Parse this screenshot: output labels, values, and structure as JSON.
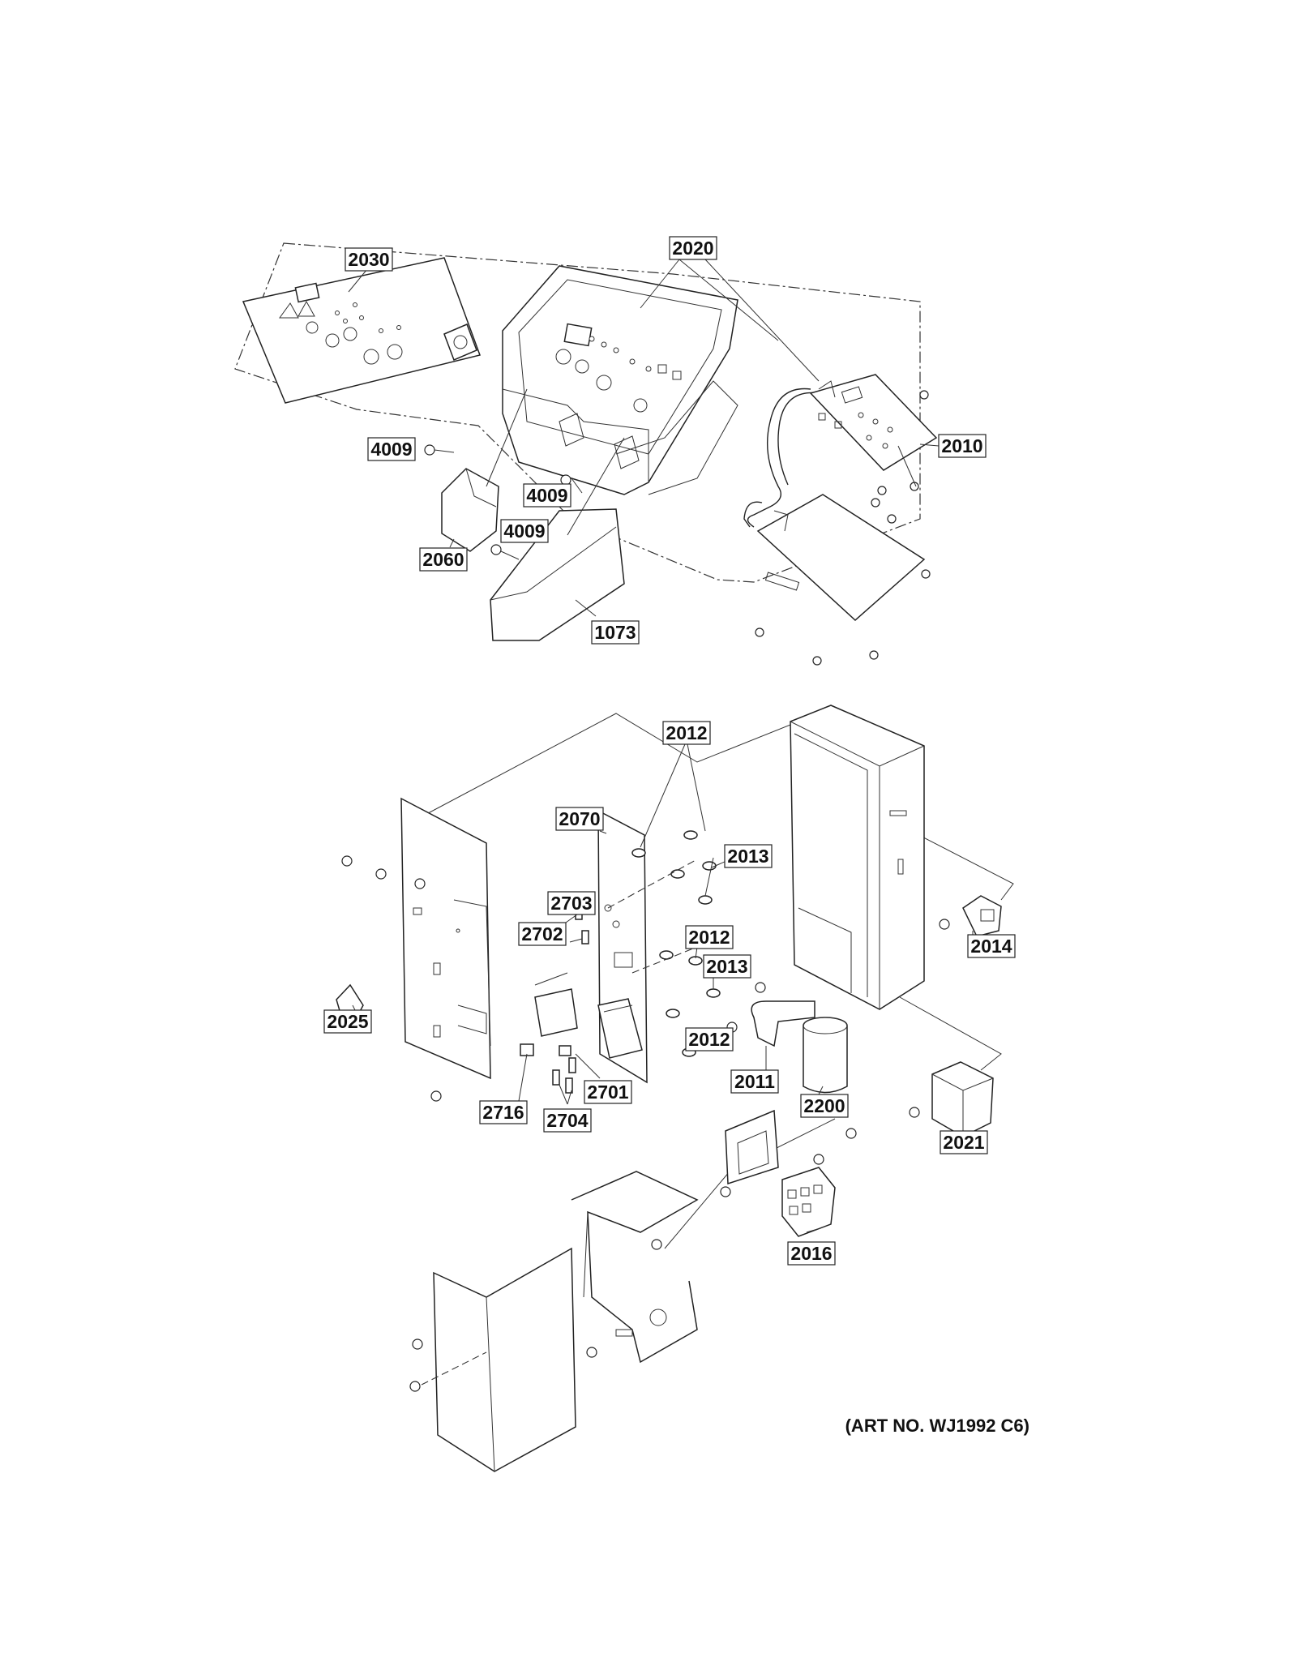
{
  "callouts": [
    "2030",
    "2020",
    "2010",
    "4009",
    "4009",
    "4009",
    "2060",
    "1073",
    "2012",
    "2070",
    "2013",
    "2703",
    "2702",
    "2012",
    "2013",
    "2014",
    "2025",
    "2011",
    "2012",
    "2200",
    "2021",
    "2701",
    "2716",
    "2704",
    "2016"
  ],
  "art_number": "(ART NO. WJ1992 C6)"
}
